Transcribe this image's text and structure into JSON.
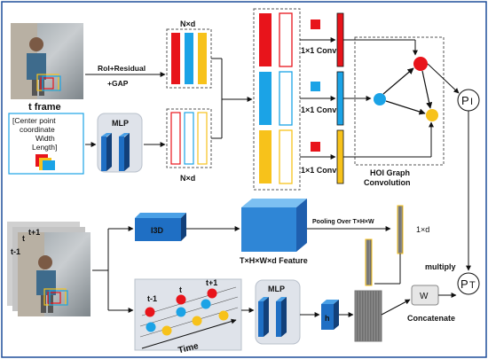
{
  "labels": {
    "t_frame": "t frame",
    "roi": "RoI+Residual",
    "gap": "+GAP",
    "center1": "[Center point",
    "center2": "coordinate",
    "center3": "Width",
    "center4": "Length]",
    "mlp_top": "MLP",
    "nxd_top": "N×d",
    "nxd_bottom": "N×d",
    "conv1": "1×1 Conv",
    "conv2": "1×1 Conv",
    "conv3": "1×1 Conv",
    "hoi1": "HOI Graph",
    "hoi2": "Convolution",
    "p_i": "P",
    "p_i_sub": "I",
    "p_t": "P",
    "p_t_sub": "T",
    "i3d": "I3D",
    "feature": "T×H×W×d Feature",
    "pooling": "Pooling Over T×H×W",
    "one_by_d": "1×d",
    "frame_tp1": "t+1",
    "frame_t": "t",
    "frame_tm1": "t-1",
    "traj_tm1": "t-1",
    "traj_t": "t",
    "traj_tp1": "t+1",
    "time": "Time",
    "mlp_bottom": "MLP",
    "h": "h",
    "w": "W",
    "multiply": "multiply",
    "concatenate": "Concatenate"
  },
  "colors": {
    "red": "#e8141b",
    "blue": "#1ba3e6",
    "yellow": "#f7c21b",
    "dark_blue": "#1f5fae",
    "cube_blue": "#2f86d6",
    "bg_panel": "#dfe3ea"
  }
}
